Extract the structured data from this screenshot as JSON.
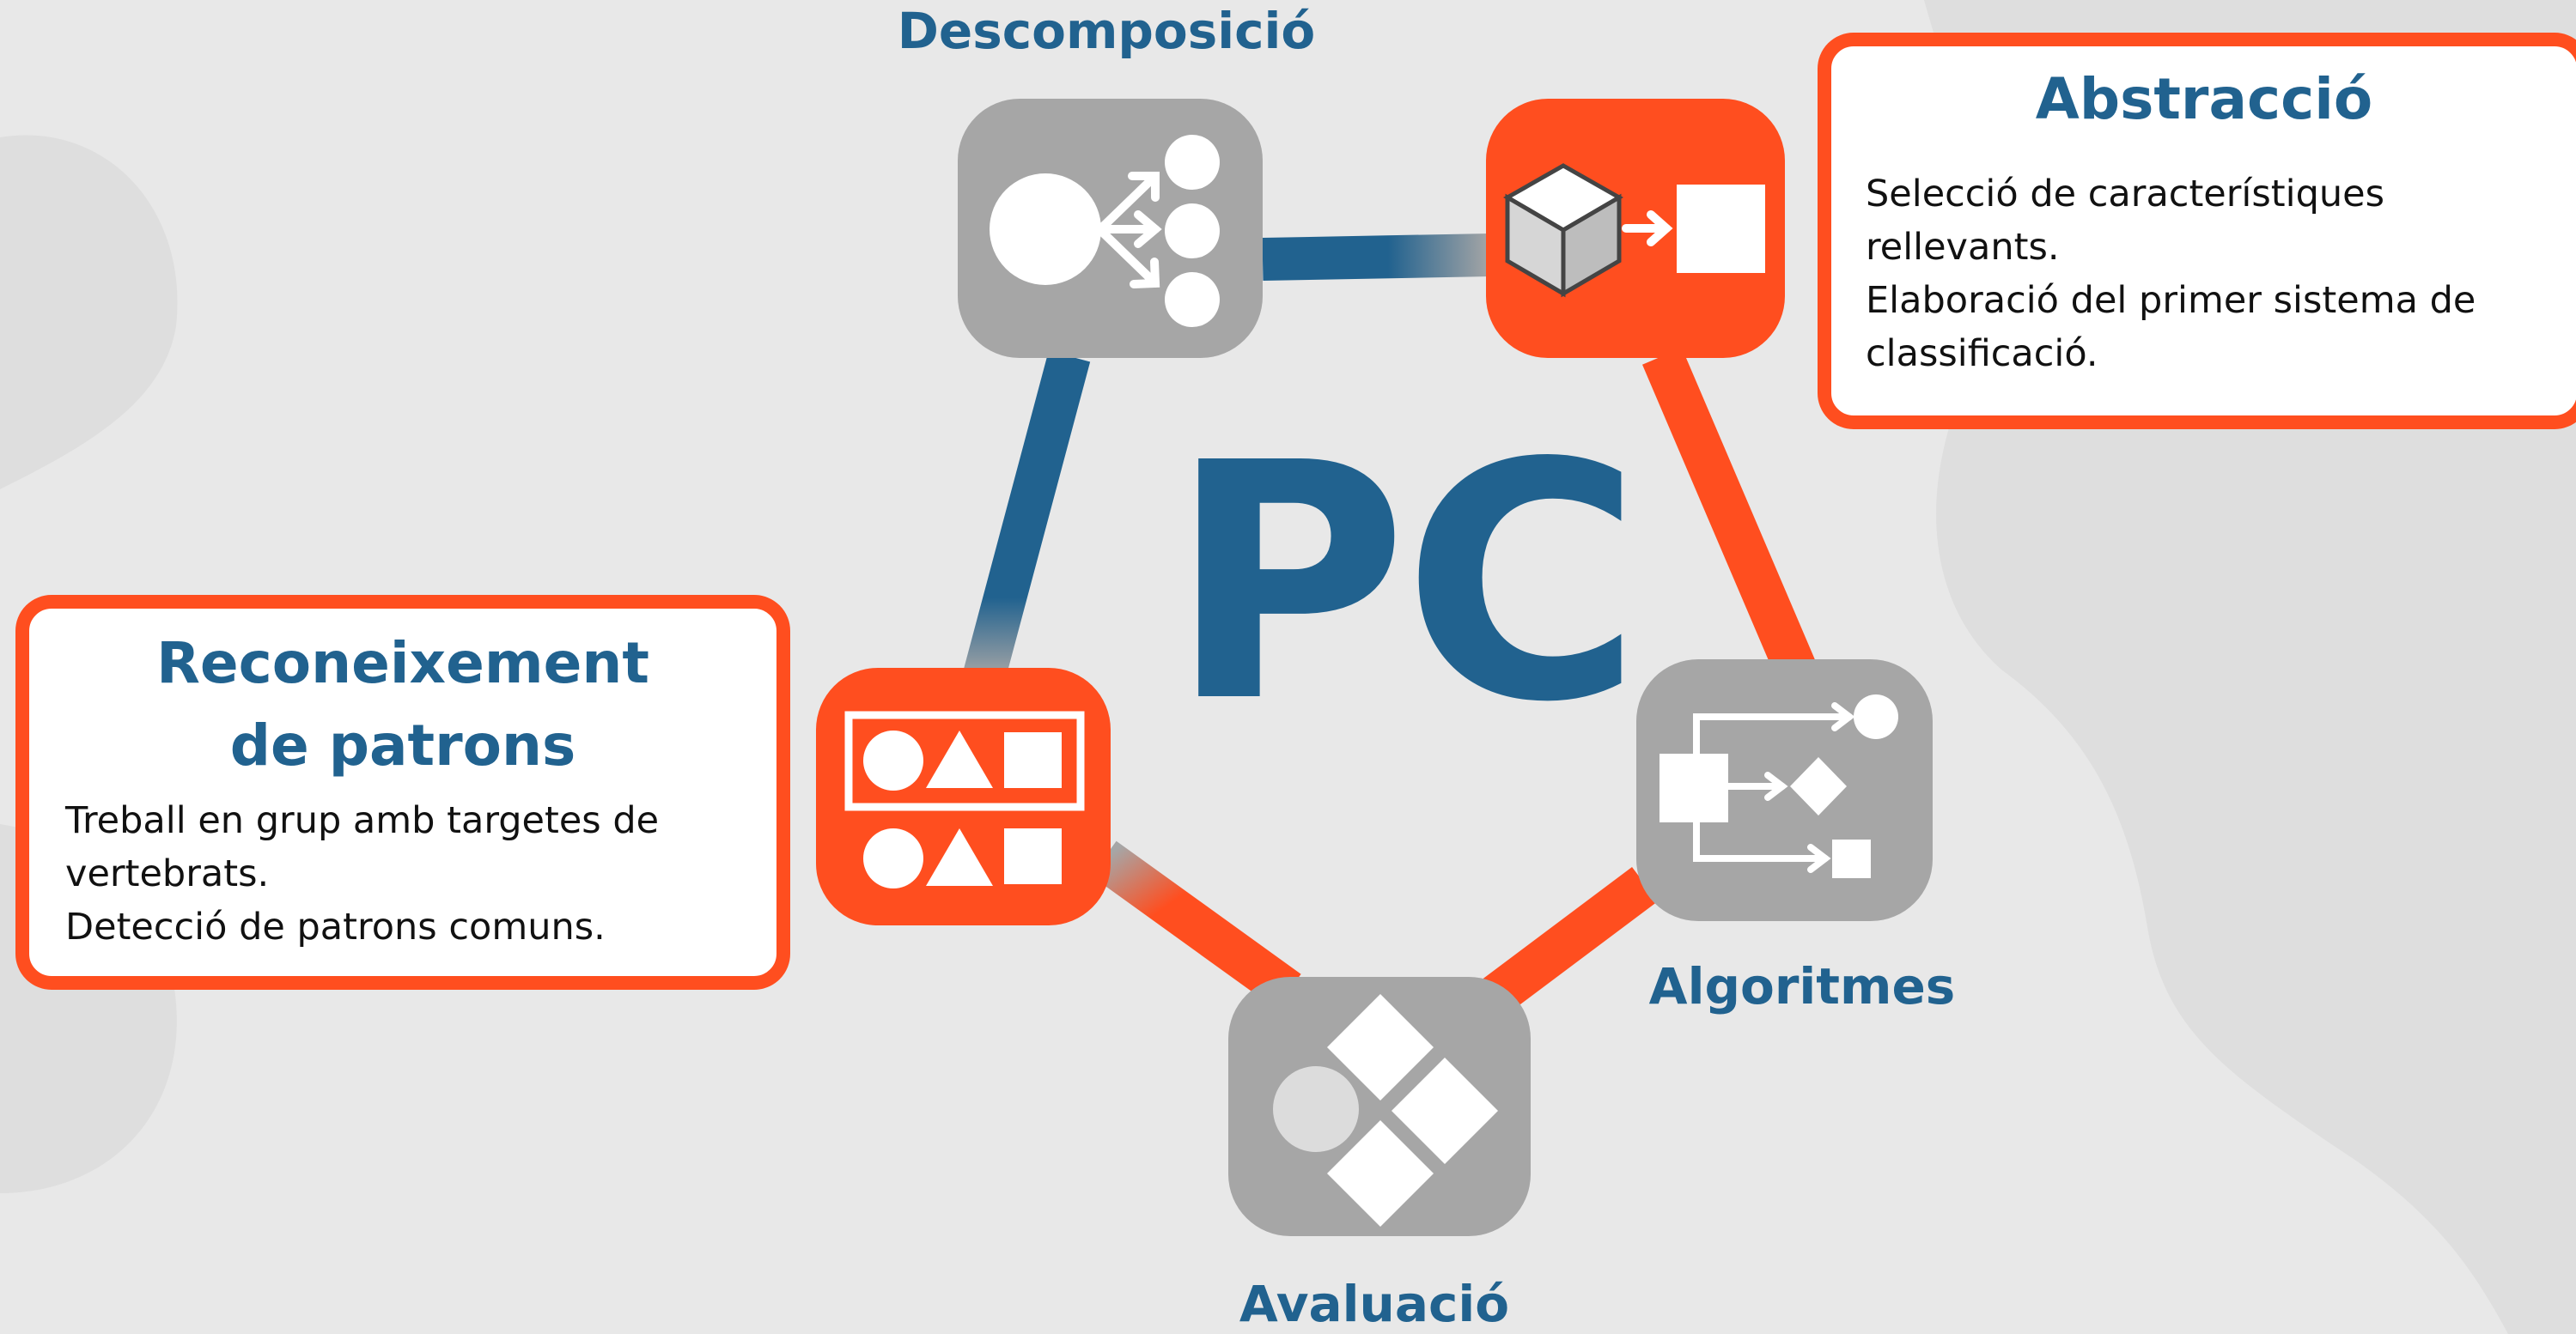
{
  "diagram": {
    "center_label": "PC",
    "nodes": {
      "descomposicio": {
        "label": "Descomposició",
        "icon": "decomposition-icon",
        "color": "#a6a6a6"
      },
      "abstraccio": {
        "icon": "cube-to-square-icon",
        "color": "#ff4e1f"
      },
      "algoritmes": {
        "label": "Algoritmes",
        "icon": "flowchart-icon",
        "color": "#a6a6a6"
      },
      "avaluacio": {
        "label": "Avaluació",
        "icon": "diamonds-circle-icon",
        "color": "#a6a6a6"
      },
      "patrons": {
        "icon": "shape-patterns-icon",
        "color": "#ff4e1f"
      }
    },
    "colors": {
      "blue": "#21628f",
      "orange": "#ff4e1f",
      "grey": "#a6a6a6",
      "background": "#e8e8e8"
    }
  },
  "callouts": {
    "abstraccio": {
      "title": "Abstracció",
      "lines": [
        "Selecció de característiques",
        "rellevants.",
        "Elaboració del primer sistema de",
        "classificació."
      ]
    },
    "patrons": {
      "title_lines": [
        "Reconeixement",
        "de patrons"
      ],
      "lines": [
        "Treball en grup amb targetes de",
        "vertebrats.",
        "Detecció de patrons comuns."
      ]
    }
  }
}
